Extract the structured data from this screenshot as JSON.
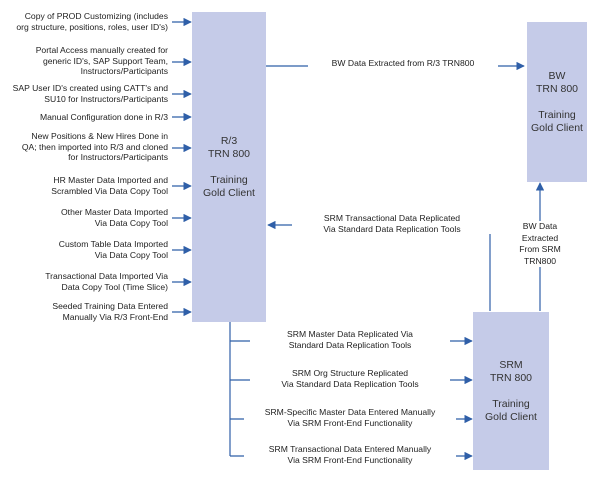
{
  "boxes": {
    "r3": {
      "lines": [
        "R/3",
        "TRN 800",
        "",
        "Training",
        "Gold Client"
      ]
    },
    "bw": {
      "lines": [
        "BW",
        "TRN 800",
        "",
        "Training",
        "Gold Client"
      ]
    },
    "srm": {
      "lines": [
        "SRM",
        "TRN 800",
        "",
        "Training",
        "Gold Client"
      ]
    }
  },
  "r3_inputs": [
    [
      "Copy of PROD Customizing (includes",
      "org structure, positions, roles, user ID's)"
    ],
    [
      "Portal Access manually created for",
      "generic ID's, SAP Support Team,",
      "Instructors/Participants"
    ],
    [
      "SAP User ID's created using CATT's and",
      "SU10 for Instructors/Participants"
    ],
    [
      "Manual Configuration done in R/3"
    ],
    [
      "New Positions & New Hires Done in",
      "QA; then imported into R/3 and cloned",
      "for Instructors/Participants"
    ],
    [
      "HR Master Data Imported and",
      "Scrambled Via Data Copy Tool"
    ],
    [
      "Other Master Data Imported",
      "Via Data Copy Tool"
    ],
    [
      "Custom Table Data Imported",
      "Via Data Copy Tool"
    ],
    [
      "Transactional Data Imported Via",
      "Data Copy Tool (Time Slice)"
    ],
    [
      "Seeded Training Data Entered",
      "Manually Via R/3 Front-End"
    ]
  ],
  "links": {
    "r3_to_bw": [
      "BW Data Extracted from R/3 TRN800"
    ],
    "srm_to_r3": [
      "SRM Transactional Data Replicated",
      "Via Standard Data Replication Tools"
    ],
    "srm_to_bw": [
      "BW Data",
      "Extracted",
      "From SRM",
      "TRN800"
    ]
  },
  "srm_inputs": [
    [
      "SRM Master Data Replicated Via",
      "Standard Data Replication Tools"
    ],
    [
      "SRM Org Structure Replicated",
      "Via Standard Data Replication Tools"
    ],
    [
      "SRM-Specific Master Data Entered Manually",
      "Via SRM Front-End Functionality"
    ],
    [
      "SRM Transactional Data Entered Manually",
      "Via SRM Front-End Functionality"
    ]
  ],
  "colors": {
    "box": "#c5cbe8",
    "arrow": "#2f5fa8"
  }
}
